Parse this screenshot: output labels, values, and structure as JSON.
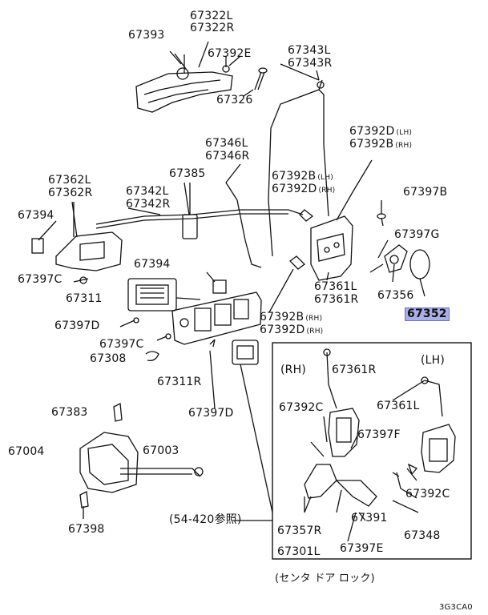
{
  "parts": {
    "p67393": "67393",
    "p67322L": "67322L",
    "p67322R": "67322R",
    "p67392E": "67392E",
    "p67343L": "67343L",
    "p67343R": "67343R",
    "p67326": "67326",
    "p67346L": "67346L",
    "p67346R": "67346R",
    "p67392D_a": "67392D",
    "p67392B_a": "67392B",
    "p67385": "67385",
    "p67362L": "67362L",
    "p67362R": "67362R",
    "p67342L": "67342L",
    "p67342R": "67342R",
    "p67392B_b": "67392B",
    "p67392D_b": "67392D",
    "p67397B": "67397B",
    "p67394_a": "67394",
    "p67397G": "67397G",
    "p67397C_a": "67397C",
    "p67394_b": "67394",
    "p67361L_a": "67361L",
    "p67361R_a": "67361R",
    "p67356": "67356",
    "p67311": "67311",
    "p67352": "67352",
    "p67397D_a": "67397D",
    "p67392B_c": "67392B",
    "p67392D_c": "67392D",
    "p67397C_b": "67397C",
    "p67308": "67308",
    "p67311R": "67311R",
    "p67397D_b": "67397D",
    "p67383": "67383",
    "p67004": "67004",
    "p67003": "67003",
    "p67398": "67398",
    "p67361R_b": "67361R",
    "p67361L_b": "67361L",
    "p67392C_a": "67392C",
    "p67397F": "67397F",
    "p67392C_b": "67392C",
    "p67391": "67391",
    "p67348": "67348",
    "p67357R": "67357R",
    "p67301L": "67301L",
    "p67397E": "67397E"
  },
  "tags": {
    "lh_a": "(LH)",
    "rh_a": "(RH)",
    "lh_b": "(LH)",
    "rh_b": "(RH)",
    "rh_c": "(RH)"
  },
  "inset": {
    "rh_title": "(RH)",
    "lh_title": "(LH)",
    "caption": "(センタ ドア ロック)"
  },
  "reference": "(54-420参照)",
  "figure_code": "3G3CA0",
  "highlight_color": "#aab0e6"
}
